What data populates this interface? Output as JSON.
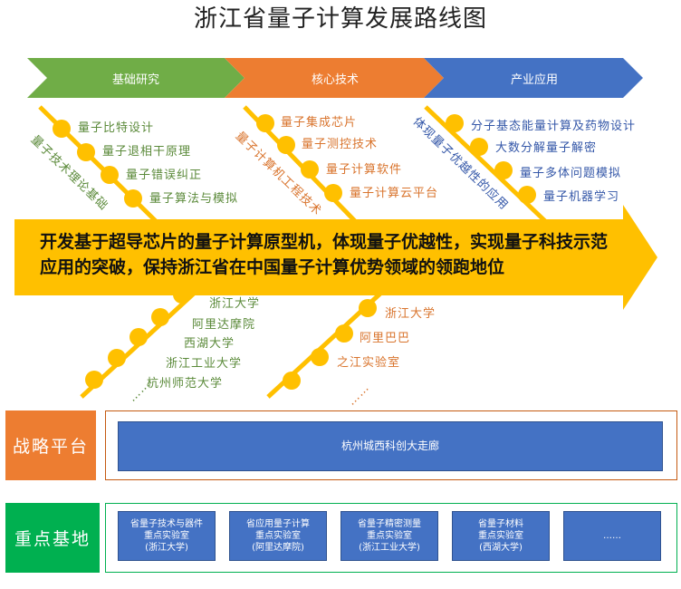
{
  "title": "浙江省量子计算发展路线图",
  "stages": [
    {
      "label": "基础研究",
      "color": "#70ad47"
    },
    {
      "label": "核心技术",
      "color": "#ed7d31"
    },
    {
      "label": "产业应用",
      "color": "#4472c4"
    }
  ],
  "lines": {
    "foundation": {
      "label": "量子技术理论基础",
      "items": [
        "量子比特设计",
        "量子退相干原理",
        "量子错误纠正",
        "量子算法与模拟"
      ]
    },
    "engineering": {
      "label": "量子计算机工程技术",
      "items": [
        "量子集成芯片",
        "量子测控技术",
        "量子计算软件",
        "量子计算云平台"
      ]
    },
    "application": {
      "label": "体现量子优越性的应用",
      "items": [
        "分子基态能量计算及药物设计",
        "大数分解量子解密",
        "量子多体问题模拟",
        "量子机器学习"
      ]
    }
  },
  "banner": "开发基于超导芯片的量子计算原型机，体现量子优越性，实现量子科技示范应用的突破，保持浙江省在中国量子计算优势领域的领跑地位",
  "institutions_left": [
    "浙江大学",
    "阿里达摩院",
    "西湖大学",
    "浙江工业大学",
    "杭州师范大学"
  ],
  "institutions_right": [
    "浙江大学",
    "阿里巴巴",
    "之江实验室"
  ],
  "ellipsis_dots": "……",
  "strategic": {
    "label": "战略平台",
    "item": "杭州城西科创大走廊",
    "color": "#ed7d31"
  },
  "key_bases": {
    "label": "重点基地",
    "color": "#00b050",
    "items": [
      "省量子技术与器件\n重点实验室\n(浙江大学)",
      "省应用量子计算\n重点实验室\n(阿里达摩院)",
      "省量子精密测量\n重点实验室\n(浙江工业大学)",
      "省量子材料\n重点实验室\n(西湖大学)",
      "……"
    ]
  }
}
